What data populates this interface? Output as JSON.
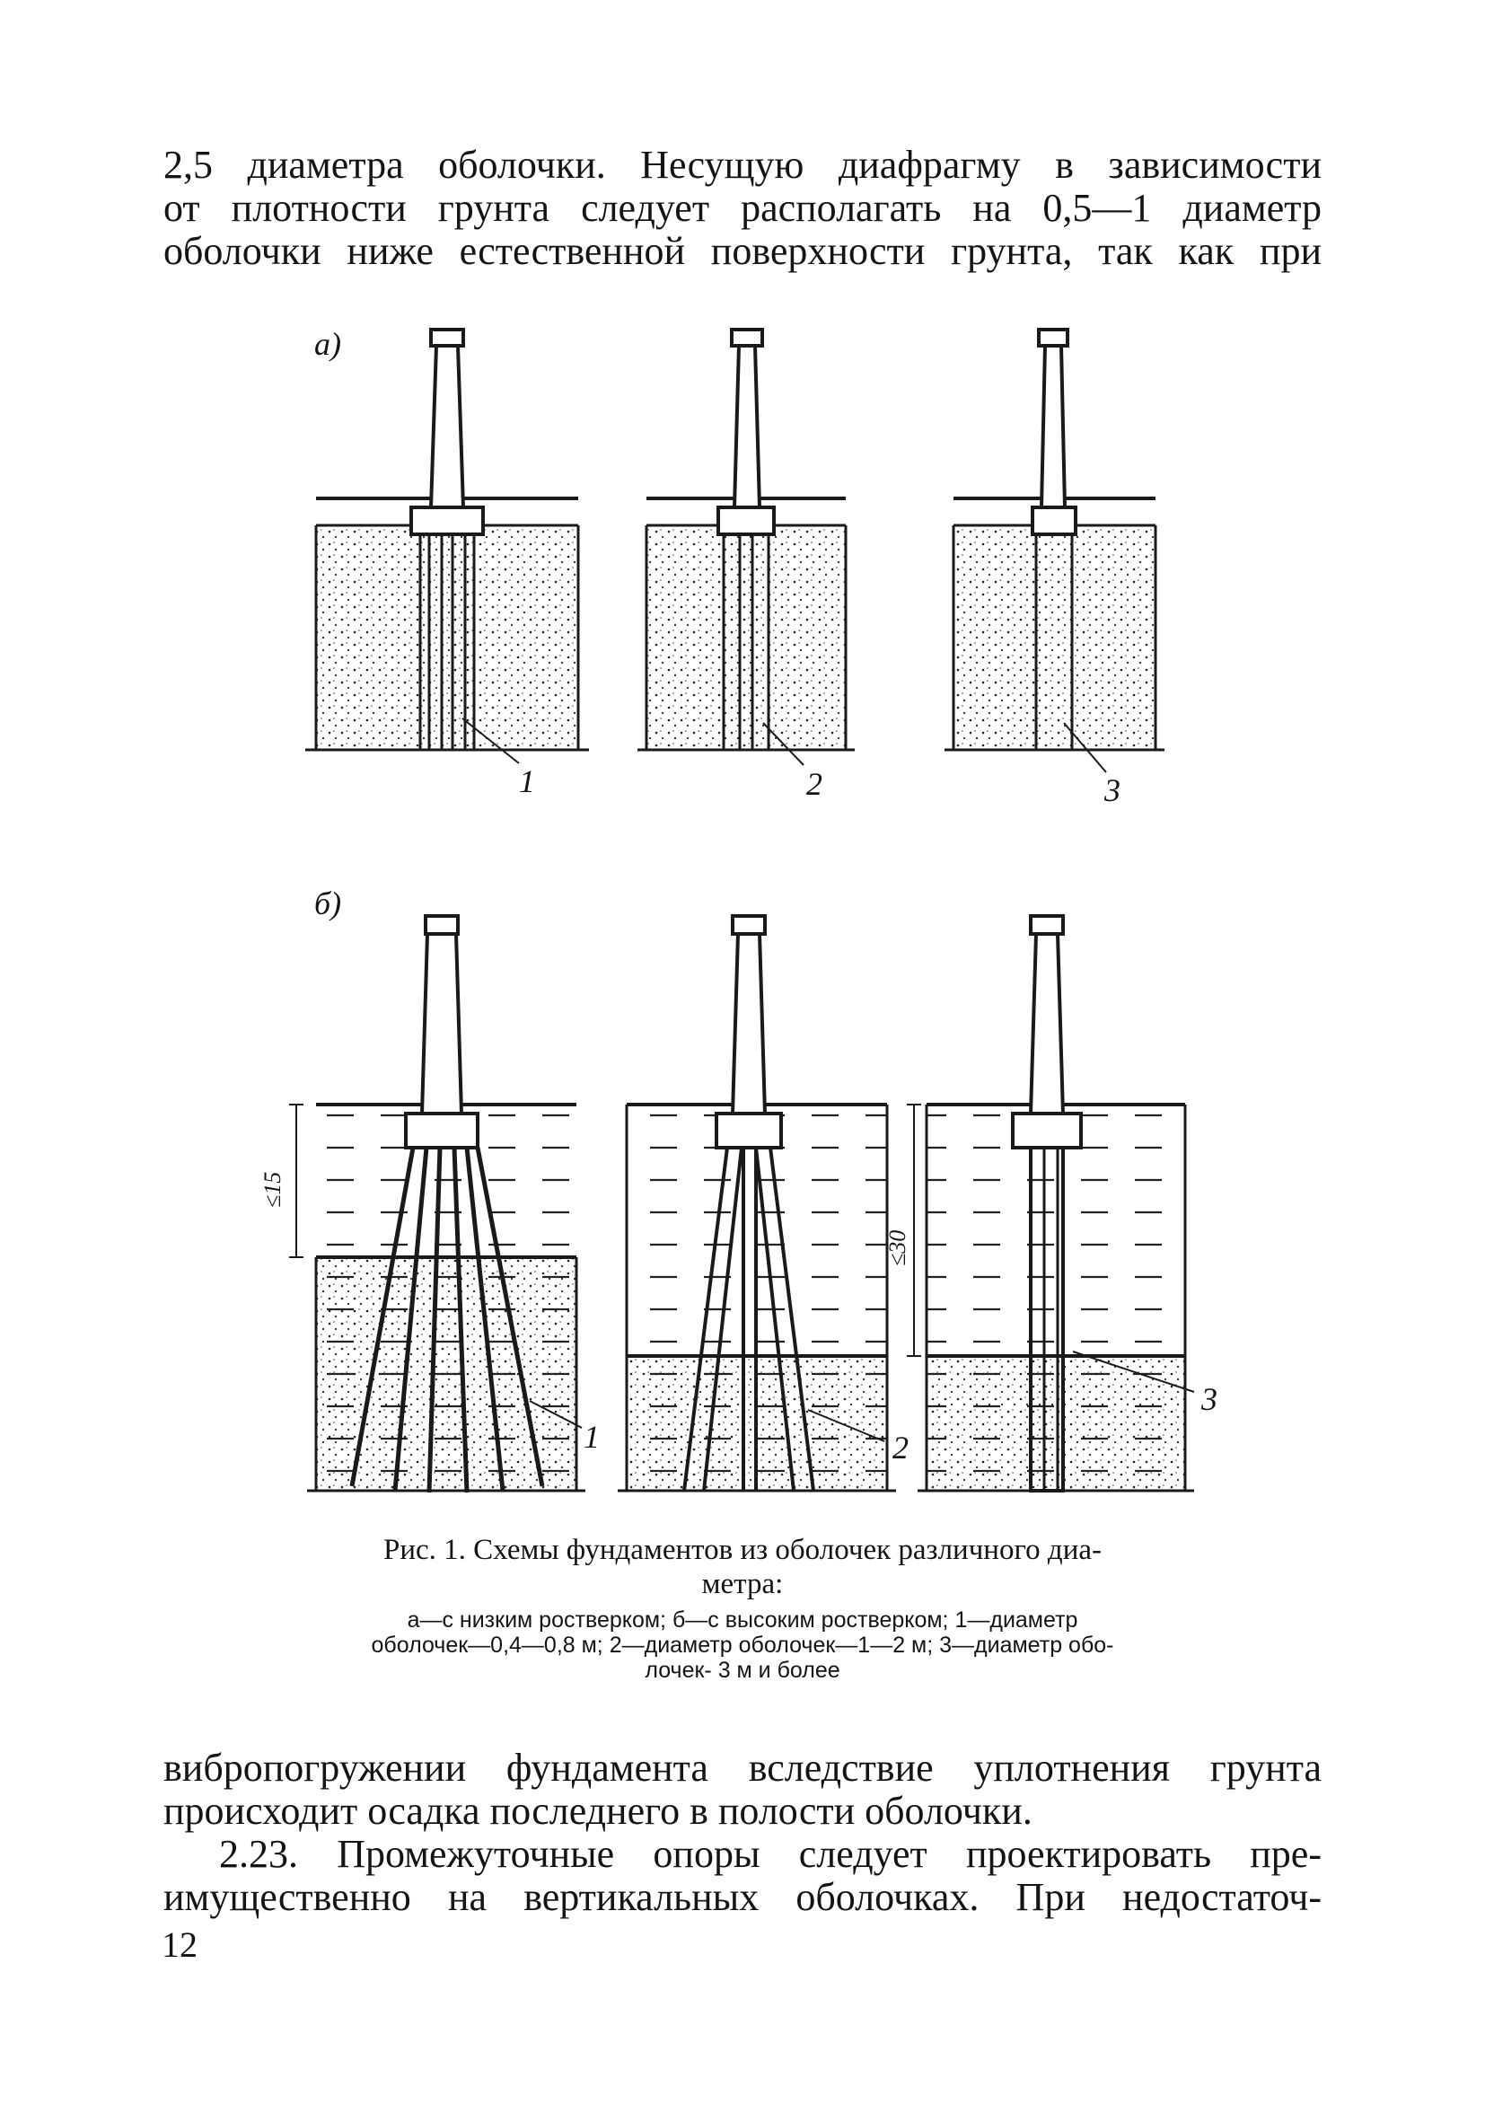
{
  "text_top": [
    "2,5 диаметра оболочки. Несущую диафрагму в зависимости",
    "от плотности грунта следует располагать на 0,5—1 диаметр",
    "оболочки ниже естественной поверхности грунта, так как при"
  ],
  "figure": {
    "row_a_label": "а)",
    "row_b_label": "б)",
    "labels_a": [
      "1",
      "2",
      "3"
    ],
    "labels_b": [
      "1",
      "2",
      "3"
    ],
    "dim_left": "≤15",
    "dim_mid": "≤30",
    "caption": [
      "Рис. 1. Схемы фундаментов из оболочек различного диа-",
      "метра:"
    ],
    "notes": [
      "а—с низким ростверком; б—с высоким ростверком; 1—диаметр",
      "оболочек—0,4—0,8 м; 2—диаметр оболочек—1—2 м; 3—диаметр обо-",
      "лочек- 3 м и более"
    ]
  },
  "text_bottom": [
    "вибропогружении фундамента вследствие уплотнения грунта",
    "происходит осадка последнего в полости оболочки.",
    "2.23. Промежуточные опоры следует проектировать пре-",
    "имущественно на вертикальных оболочках. При недостаточ-"
  ],
  "page_number": "12"
}
